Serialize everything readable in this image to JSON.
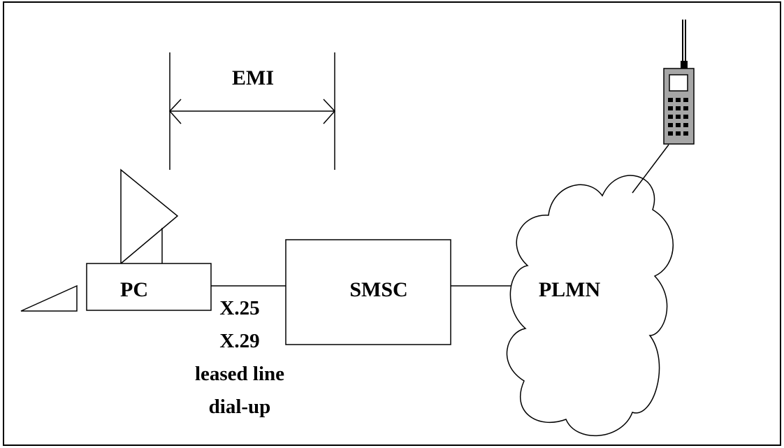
{
  "labels": {
    "emi": "EMI",
    "pc": "PC",
    "smsc": "SMSC",
    "plmn": "PLMN",
    "connections": [
      "X.25",
      "X.29",
      "leased line",
      "dial-up"
    ]
  },
  "colors": {
    "line": "#000000",
    "background": "#ffffff",
    "phone_body": "#a6a6a6",
    "phone_keys": "#000000"
  },
  "icons": [
    "pc-monitor-icon",
    "keyboard-icon",
    "mobile-phone-icon",
    "cloud-icon"
  ]
}
